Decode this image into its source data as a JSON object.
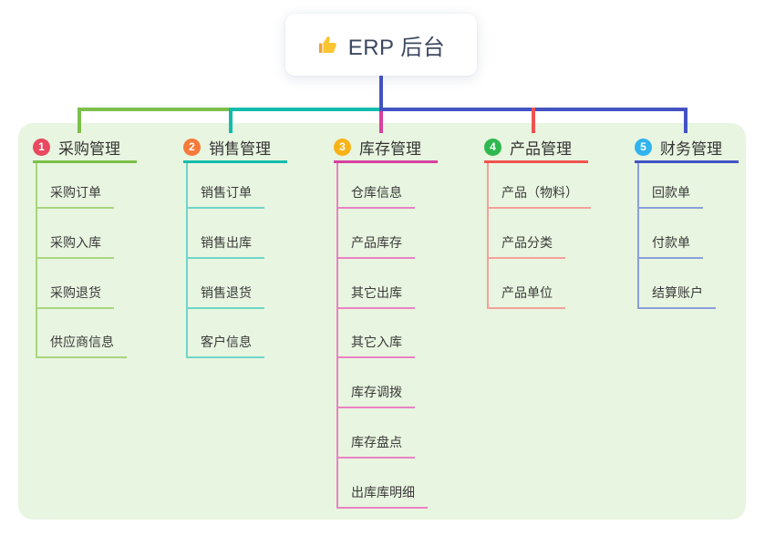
{
  "root": {
    "title": "ERP 后台",
    "icon": "thumbs-up-icon"
  },
  "colors": {
    "page_bg": "#ffffff",
    "panel_bg": "#e8f5e0",
    "root_line": "#4353c4",
    "root_text": "#3d4860",
    "node_text": "#333333"
  },
  "branches": [
    {
      "number": "1",
      "title": "采购管理",
      "badge_color": "#e9485f",
      "line_color": "#7cbf4b",
      "child_line_color": "#aad57f",
      "children": [
        "采购订单",
        "采购入库",
        "采购退货",
        "供应商信息"
      ]
    },
    {
      "number": "2",
      "title": "销售管理",
      "badge_color": "#f57a3b",
      "line_color": "#12bcac",
      "child_line_color": "#6fd6c9",
      "children": [
        "销售订单",
        "销售出库",
        "销售退货",
        "客户信息"
      ]
    },
    {
      "number": "3",
      "title": "库存管理",
      "badge_color": "#f9b317",
      "line_color": "#d7419f",
      "child_line_color": "#e983c3",
      "children": [
        "仓库信息",
        "产品库存",
        "其它出库",
        "其它入库",
        "库存调拨",
        "库存盘点",
        "出库库明细"
      ]
    },
    {
      "number": "4",
      "title": "产品管理",
      "badge_color": "#2eb84f",
      "line_color": "#ef5350",
      "child_line_color": "#f5a09a",
      "children": [
        "产品（物料）",
        "产品分类",
        "产品单位"
      ]
    },
    {
      "number": "5",
      "title": "财务管理",
      "badge_color": "#30b3ee",
      "line_color": "#4353c4",
      "child_line_color": "#8b9fdc",
      "children": [
        "回款单",
        "付款单",
        "结算账户"
      ]
    }
  ]
}
